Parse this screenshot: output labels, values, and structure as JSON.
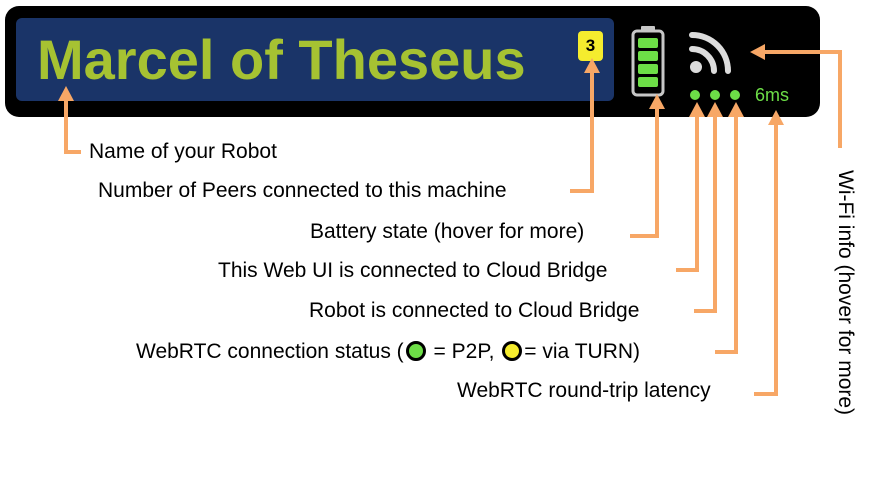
{
  "header": {
    "robot_name": "Marcel of Theseus",
    "peer_count": "3",
    "latency": "6ms"
  },
  "icons": {
    "battery": "battery-icon",
    "wifi": "wifi-icon",
    "status_dot": "status-dot-icon"
  },
  "colors": {
    "bar_background": "#000000",
    "name_box": "#1a3468",
    "name_text": "#a6c232",
    "badge": "#f5ec2e",
    "status_green": "#6dde47",
    "arrow": "#f7a766"
  },
  "battery_level": 1.0,
  "annotations": {
    "name": "Name of your Robot",
    "peers": "Number of Peers connected to this machine",
    "battery": "Battery state (hover for more)",
    "webui": "This Web UI is connected to Cloud Bridge",
    "robot_bridge": "Robot is connected to Cloud Bridge",
    "webrtc_prefix": "WebRTC connection status (",
    "webrtc_p2p": "= P2P,",
    "webrtc_turn": "= via TURN)",
    "latency": "WebRTC round-trip latency",
    "wifi": "Wi-Fi info (hover for more)"
  }
}
